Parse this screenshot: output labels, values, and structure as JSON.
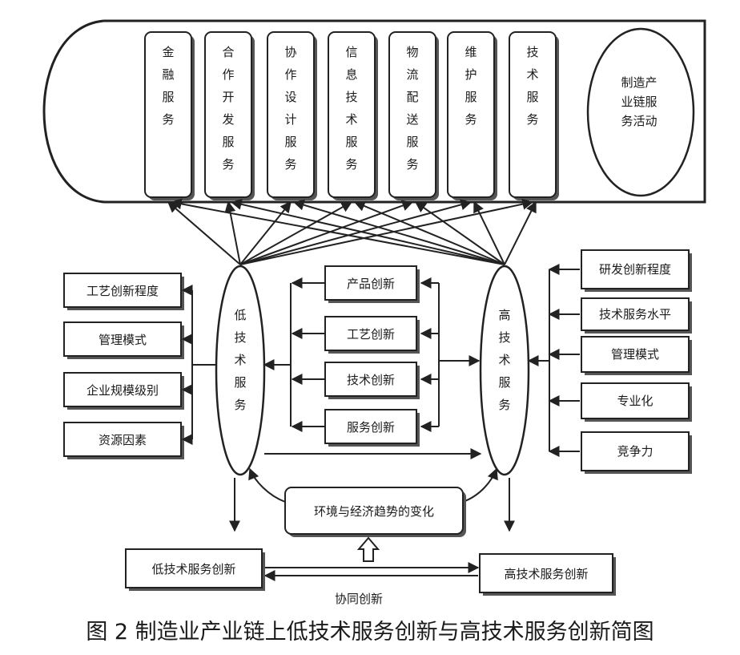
{
  "service_pillars": [
    {
      "id": "finance",
      "label": "金\n融\n服\n务"
    },
    {
      "id": "cooperative-dev",
      "label": "合\n作\n开\n发\n服\n务"
    },
    {
      "id": "collab-design",
      "label": "协\n作\n设\n计\n服\n务"
    },
    {
      "id": "info-tech",
      "label": "信\n息\n技\n术\n服\n务"
    },
    {
      "id": "logistics",
      "label": "物\n流\n配\n送\n服\n务"
    },
    {
      "id": "maintenance",
      "label": "维\n护\n服\n务"
    },
    {
      "id": "tech",
      "label": "技\n术\n服\n务"
    }
  ],
  "right_cap_label": "制造产\n业链服\n务活动",
  "low_tech_ellipse": "低\n技\n术\n服\n务",
  "high_tech_ellipse": "高\n技\n术\n服\n务",
  "left_factors": [
    "工艺创新程度",
    "管理模式",
    "企业规模级别",
    "资源因素"
  ],
  "right_factors": [
    "研发创新程度",
    "技术服务水平",
    "管理模式",
    "专业化",
    "竞争力"
  ],
  "innovation_types": [
    "产品创新",
    "工艺创新",
    "技术创新",
    "服务创新"
  ],
  "environment_box": "环境与经济趋势的变化",
  "low_tech_innovation": "低技术服务创新",
  "high_tech_innovation": "高技术服务创新",
  "collab_label": "协同创新",
  "caption": "图 2  制造业产业链上低技术服务创新与高技术服务创新简图"
}
